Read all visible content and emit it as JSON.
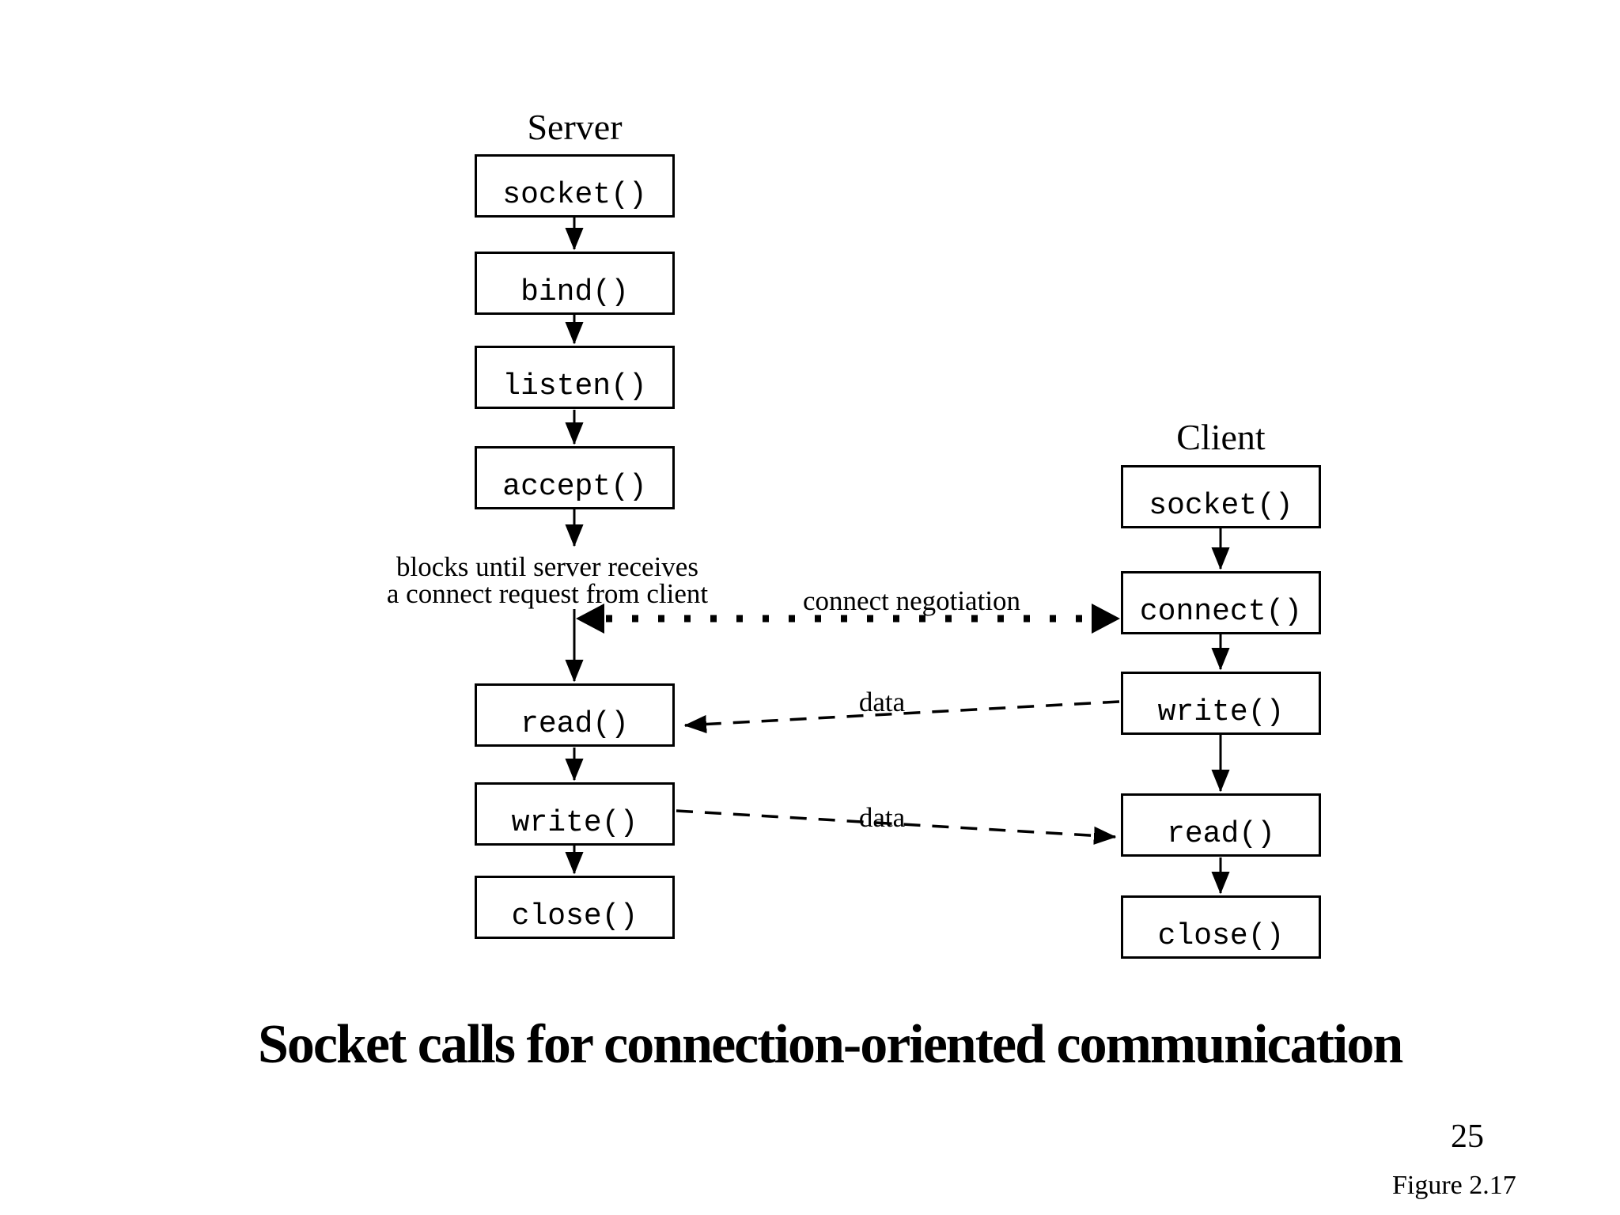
{
  "figure": {
    "server": {
      "label": "Server",
      "boxes": [
        {
          "label": "socket()"
        },
        {
          "label": "bind()"
        },
        {
          "label": "listen()"
        },
        {
          "label": "accept()"
        },
        {
          "label": "read()"
        },
        {
          "label": "write()"
        },
        {
          "label": "close()"
        }
      ]
    },
    "client": {
      "label": "Client",
      "boxes": [
        {
          "label": "socket()"
        },
        {
          "label": "connect()"
        },
        {
          "label": "write()"
        },
        {
          "label": "read()"
        },
        {
          "label": "close()"
        }
      ]
    },
    "annotations": {
      "blocks_note_line1": "blocks until server receives",
      "blocks_note_line2": "a connect request from client",
      "connect_negotiation": "connect negotiation",
      "data_upper": "data",
      "data_lower": "data"
    }
  },
  "caption": {
    "title": "Socket calls for connection-oriented communication",
    "page_number": "25",
    "figure_label": "Figure 2.17"
  },
  "colors": {
    "ink": "#000000",
    "background": "#ffffff"
  }
}
